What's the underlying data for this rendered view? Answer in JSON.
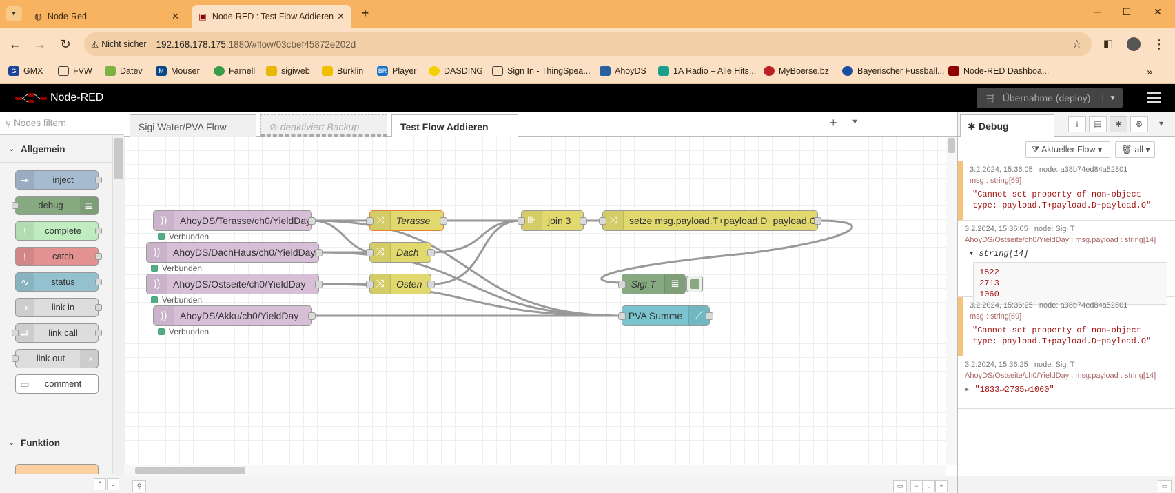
{
  "browser": {
    "tabs": [
      {
        "title": "Node-Red",
        "active": false
      },
      {
        "title": "Node-RED : Test Flow Addieren",
        "active": true
      }
    ],
    "security_label": "Nicht sicher",
    "url_host": "192.168.178.175",
    "url_rest": ":1880/#flow/03cbef45872e202d",
    "bookmarks": [
      "GMX",
      "FVW",
      "Datev",
      "Mouser",
      "Farnell",
      "sigiweb",
      "Bürklin",
      "Player",
      "DASDING",
      "Sign In - ThingSpea...",
      "AhoyDS",
      "1A Radio – Alle Hits...",
      "MyBoerse.bz",
      "Bayerischer Fussball...",
      "Node-RED Dashboa..."
    ]
  },
  "app": {
    "title": "Node-RED",
    "deploy_label": "Übernahme (deploy)"
  },
  "palette": {
    "search_placeholder": "Nodes filtern",
    "category_1": "Allgemein",
    "category_2": "Funktion",
    "nodes": [
      {
        "label": "inject",
        "color": "#a6bbcf"
      },
      {
        "label": "debug",
        "color": "#87a980"
      },
      {
        "label": "complete",
        "color": "#c0edc0"
      },
      {
        "label": "catch",
        "color": "#e49191"
      },
      {
        "label": "status",
        "color": "#94c1d0"
      },
      {
        "label": "link in",
        "color": "#dddddd"
      },
      {
        "label": "link call",
        "color": "#dddddd"
      },
      {
        "label": "link out",
        "color": "#dddddd"
      },
      {
        "label": "comment",
        "color": "#ffffff"
      }
    ]
  },
  "workspace": {
    "tabs": [
      {
        "label": "Sigi Water/PVA Flow",
        "state": "normal"
      },
      {
        "label": "deaktiviert Backup",
        "state": "disabled"
      },
      {
        "label": "Test Flow Addieren",
        "state": "active"
      }
    ],
    "nodes": {
      "terasse_in": "AhoyDS/Terasse/ch0/YieldDay",
      "dachhaus_in": "AhoyDS/DachHaus/ch0/YieldDay",
      "ostseite_in": "AhoyDS/Ostseite/ch0/YieldDay",
      "akku_in": "AhoyDS/Akku/ch0/YieldDay",
      "change_terasse": "Terasse",
      "change_dach": "Dach",
      "change_osten": "Osten",
      "join": "join 3",
      "setze": "setze msg.payload.T+payload.D+payload.O",
      "debug_sigi": "Sigi T",
      "chart": "PVA Summe"
    },
    "status_text": "Verbunden",
    "colors": {
      "mqtt": "#d8bfd8",
      "change": "#e2d96e",
      "chart": "#7ac4cf",
      "debug": "#87a980"
    }
  },
  "sidebar": {
    "tab_label": "Debug",
    "filter_label": "Aktueller Flow",
    "clear_label": "all",
    "messages": [
      {
        "time": "3.2.2024, 15:36:05",
        "node": "node: a38b74ed84a52801",
        "type": "msg : string[69]",
        "value": "\"Cannot set property of non-object type: payload.T+payload.D+payload.O\""
      },
      {
        "time": "3.2.2024, 15:36:05",
        "node": "node: Sigi T",
        "type": "AhoyDS/Ostseite/ch0/YieldDay : msg.payload : string[14]",
        "array_label": "string[14]",
        "lines": "1822\n2713\n1060"
      },
      {
        "time": "3.2.2024, 15:36:25",
        "node": "node: a38b74ed84a52801",
        "type": "msg : string[69]",
        "value": "\"Cannot set property of non-object type: payload.T+payload.D+payload.O\""
      },
      {
        "time": "3.2.2024, 15:36:25",
        "node": "node: Sigi T",
        "type": "AhoyDS/Ostseite/ch0/YieldDay : msg.payload : string[14]",
        "value": "\"1833↵2735↵1060\""
      }
    ]
  }
}
